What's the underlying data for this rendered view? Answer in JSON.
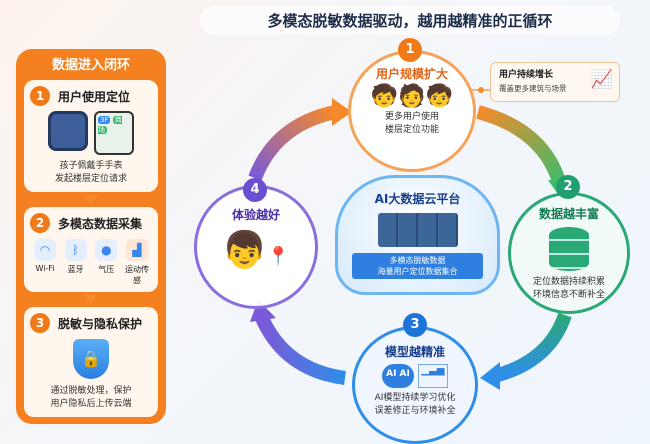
{
  "title": "多模态脱敏数据驱动，越用越精准的正循环",
  "left_panel": {
    "heading": "数据进入闭环",
    "steps": [
      {
        "num": "1",
        "title": "用户使用定位",
        "desc": [
          "孩子佩戴手手表",
          "发起楼层定位请求"
        ],
        "map_labels": [
          "3F",
          "商场"
        ]
      },
      {
        "num": "2",
        "title": "多模态数据采集",
        "sensors": [
          "Wi-Fi",
          "蓝牙",
          "气压",
          "运动传感"
        ]
      },
      {
        "num": "3",
        "title": "脱敏与隐私保护",
        "desc": [
          "通过脱敏处理，保护",
          "用户隐私后上传云端"
        ]
      }
    ]
  },
  "cycle": [
    {
      "num": "1",
      "title": "用户规模扩大",
      "desc": [
        "更多用户使用",
        "楼层定位功能"
      ],
      "color": "#f07a18"
    },
    {
      "num": "2",
      "title": "数据越丰富",
      "desc": [
        "定位数据持续积累",
        "环境信息不断补全"
      ],
      "color": "#1f9e6e"
    },
    {
      "num": "3",
      "title": "模型越精准",
      "desc": [
        "AI模型持续学习优化",
        "误差修正与环境补全"
      ],
      "color": "#1f74d8",
      "ai_label": "AI AI"
    },
    {
      "num": "4",
      "title": "体验越好",
      "color": "#6a4fd0"
    }
  ],
  "growth": {
    "title": "用户持续增长",
    "desc": "覆盖更多建筑与场景"
  },
  "cloud": {
    "title": "AI大数据云平台",
    "desc": [
      "多模态脱敏数据",
      "海量用户定位数据集合"
    ]
  },
  "colors": {
    "orange": "#f07a18",
    "green": "#1f9e6e",
    "blue": "#1f74d8",
    "purple": "#6a4fd0"
  }
}
